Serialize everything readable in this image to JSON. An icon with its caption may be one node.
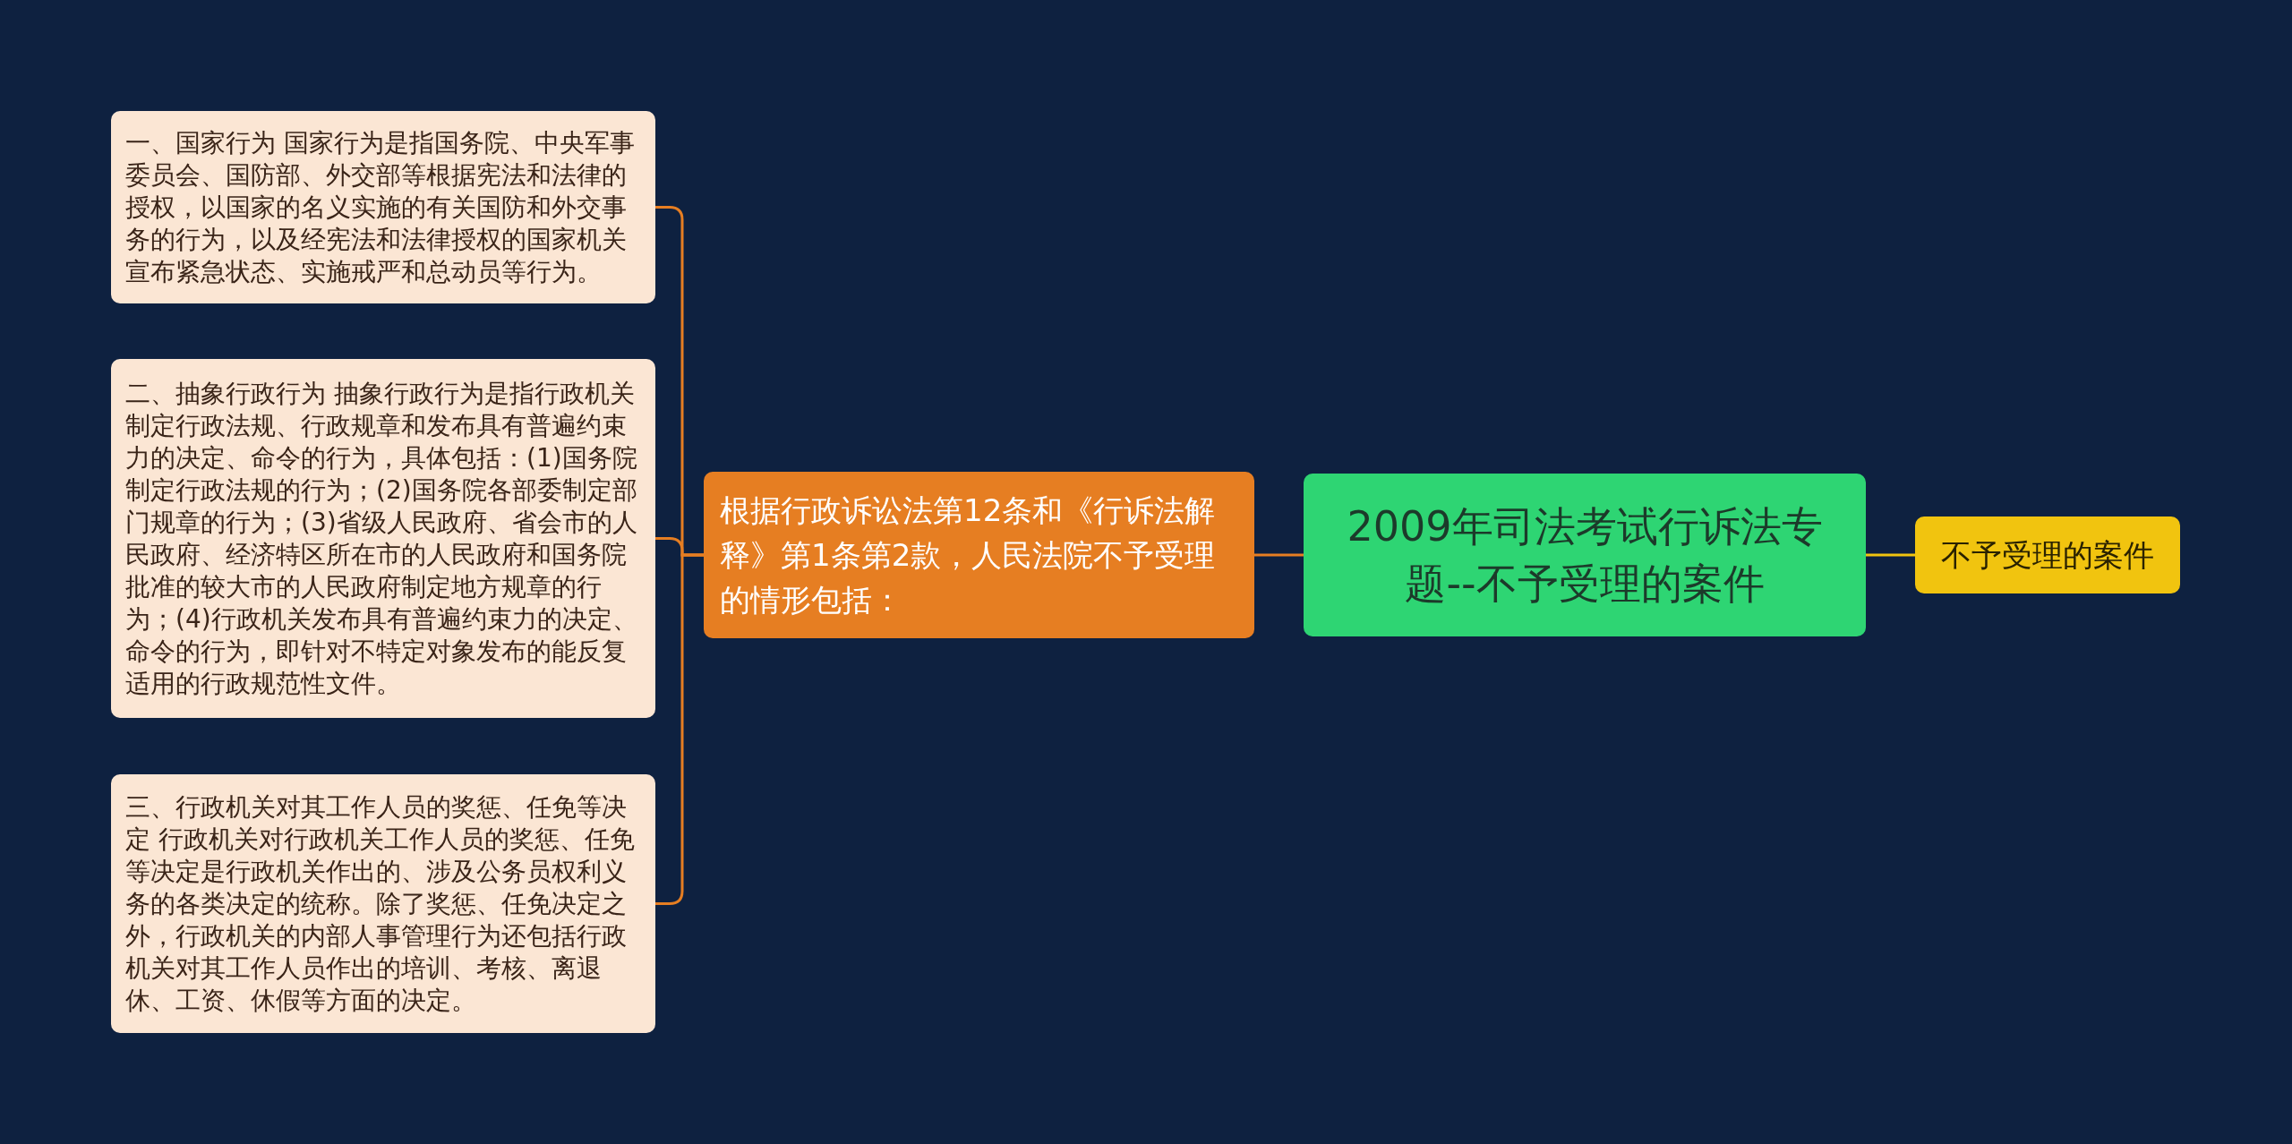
{
  "diagram": {
    "nodes": [
      {
        "text": [
          "2009年司法考试行诉法专题--不予受理的案件"
        ]
      },
      {
        "text": [
          "根据行政诉讼法第12条和《行诉法解释》第1条第2款，人民法院不予受理的情形包括："
        ]
      },
      {
        "text": [
          "一、国家行为 国家行为是指国务院、中央军事委员会、国防部、外交部等根据宪法和法律的授权，以国家的名义实施的有关国防和外交事务的行为，以及经宪法和法律授权的国家机关宣布紧急状态、实施戒严和总动员等行为。"
        ]
      },
      {
        "text": [
          "二、抽象行政行为 抽象行政行为是指行政机关制定行政法规、行政规章和发布具有普遍约束力的决定、命令的行为，具体包括：(1)国务院制定行政法规的行为；(2)国务院各部委制定部门规章的行为；(3)省级人民政府、省会市的人民政府、经济特区所在市的人民政府和国务院批准的较大市的人民政府制定地方规章的行为；(4)行政机关发布具有普遍约束力的决定、命令的行为，即针对不特定对象发布的能反复适用的行政规范性文件。"
        ]
      },
      {
        "text": [
          "三、行政机关对其工作人员的奖惩、任免等决定 行政机关对行政机关工作人员的奖惩、任免等决定是行政机关作出的、涉及公务员权利义务的各类决定的统称。除了奖惩、任免决定之外，行政机关的内部人事管理行为还包括行政机关对其工作人员作出的培训、考核、离退休、工资、休假等方面的决定。"
        ]
      },
      {
        "text": [
          "不予受理的案件"
        ]
      }
    ],
    "edges": [
      {
        "from": 0,
        "to": 1,
        "arrow": "none"
      },
      {
        "from": 1,
        "to": 2,
        "arrow": "none"
      },
      {
        "from": 1,
        "to": 3,
        "arrow": "none"
      },
      {
        "from": 1,
        "to": 4,
        "arrow": "none"
      },
      {
        "from": 0,
        "to": 5,
        "arrow": "none",
        "color": "#f1c40f"
      }
    ]
  }
}
